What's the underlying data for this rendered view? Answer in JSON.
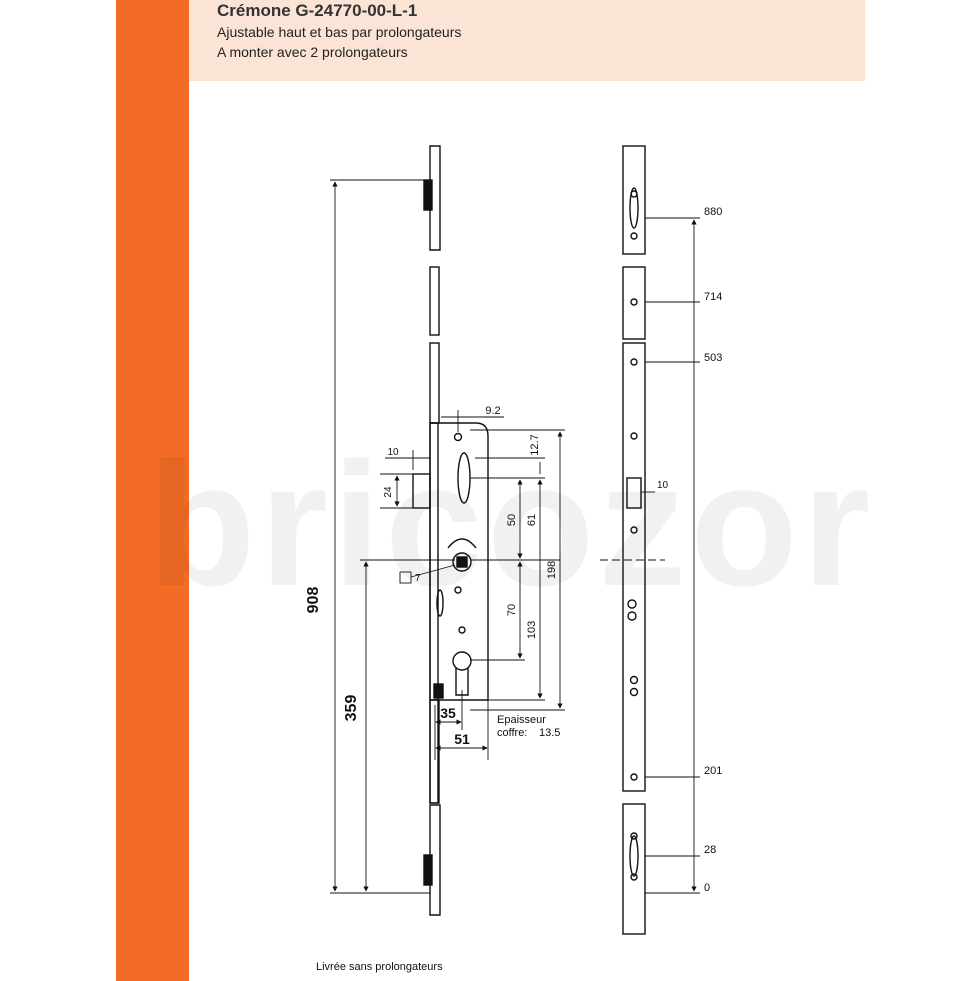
{
  "header": {
    "title": "Crémone G-24770-00-L-1",
    "line1": "Ajustable haut et bas par prolongateurs",
    "line2": "A monter avec 2 prolongateurs"
  },
  "watermark": "bricozor",
  "footnote": "Livrée sans prolongateurs",
  "colors": {
    "side_bar": "#f26c25",
    "header_bg": "#fbe4d6",
    "line": "#111111"
  },
  "dimensions": {
    "total_height": "908",
    "lower_height": "359",
    "backset": "35",
    "width": "51",
    "top_offset": "9.2",
    "top_gap": "12.7",
    "latch_offset": "10",
    "latch_height": "24",
    "d50": "50",
    "d61": "61",
    "d198": "198",
    "d70": "70",
    "d103": "103",
    "square": "7",
    "case_label_1": "Epaisseur",
    "case_label_2": "coffre:",
    "case_value": "13.5",
    "side_offset": "10"
  },
  "positions": {
    "p880": "880",
    "p714": "714",
    "p503": "503",
    "p201": "201",
    "p28": "28",
    "p0": "0"
  }
}
